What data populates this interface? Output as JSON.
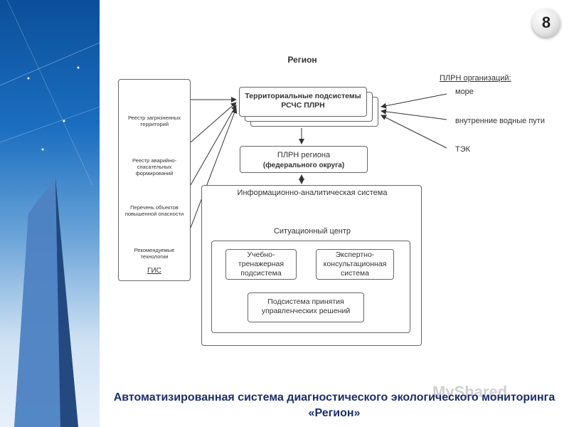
{
  "slide_number": "8",
  "diagram": {
    "title": "Регион",
    "gis_label": "ГИС",
    "databases": [
      "Реестр загрязненных территорий",
      "Реестр аварийно-спасательных формирований",
      "Перечень объектов повышенной опасности",
      "Рекомендуемые технологии"
    ],
    "territorial_box": "Территориальные подсистемы РСЧС ПЛРН",
    "plrn_org_title": "ПЛРН организаций:",
    "plrn_org_items": [
      "море",
      "внутренние водные пути",
      "ТЭК"
    ],
    "plrn_region_line1": "ПЛРН региона",
    "plrn_region_line2": "(федерального округа)",
    "info_system": "Информационно-аналитическая система",
    "situation_center": "Ситуационный центр",
    "training": "Учебно-тренажерная подсистема",
    "expert": "Экспертно-консультационная система",
    "decision": "Подсистема принятия управленческих решений"
  },
  "caption": "Автоматизированная система диагностического экологического мониторинга «Регион»",
  "watermark": "MyShared"
}
